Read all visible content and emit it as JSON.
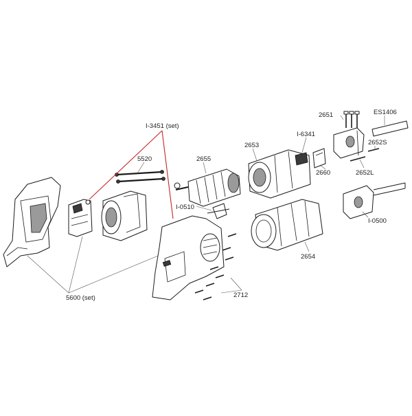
{
  "labels": {
    "i3451": "I-3451 (set)",
    "p5520": "5520",
    "p2655": "2655",
    "p2653": "2653",
    "i6341": "I-6341",
    "p2651": "2651",
    "es1406": "ES1406",
    "p2652s": "2652S",
    "p2660": "2660",
    "p2652l": "2652L",
    "i0510": "I-0510",
    "i0500": "I-0500",
    "p2654": "2654",
    "p2712": "2712",
    "p5600": "5600 (set)"
  },
  "colors": {
    "set_bracket": "#c62828",
    "outline": "#1a1a1a",
    "shade": "#9a9a9a"
  }
}
